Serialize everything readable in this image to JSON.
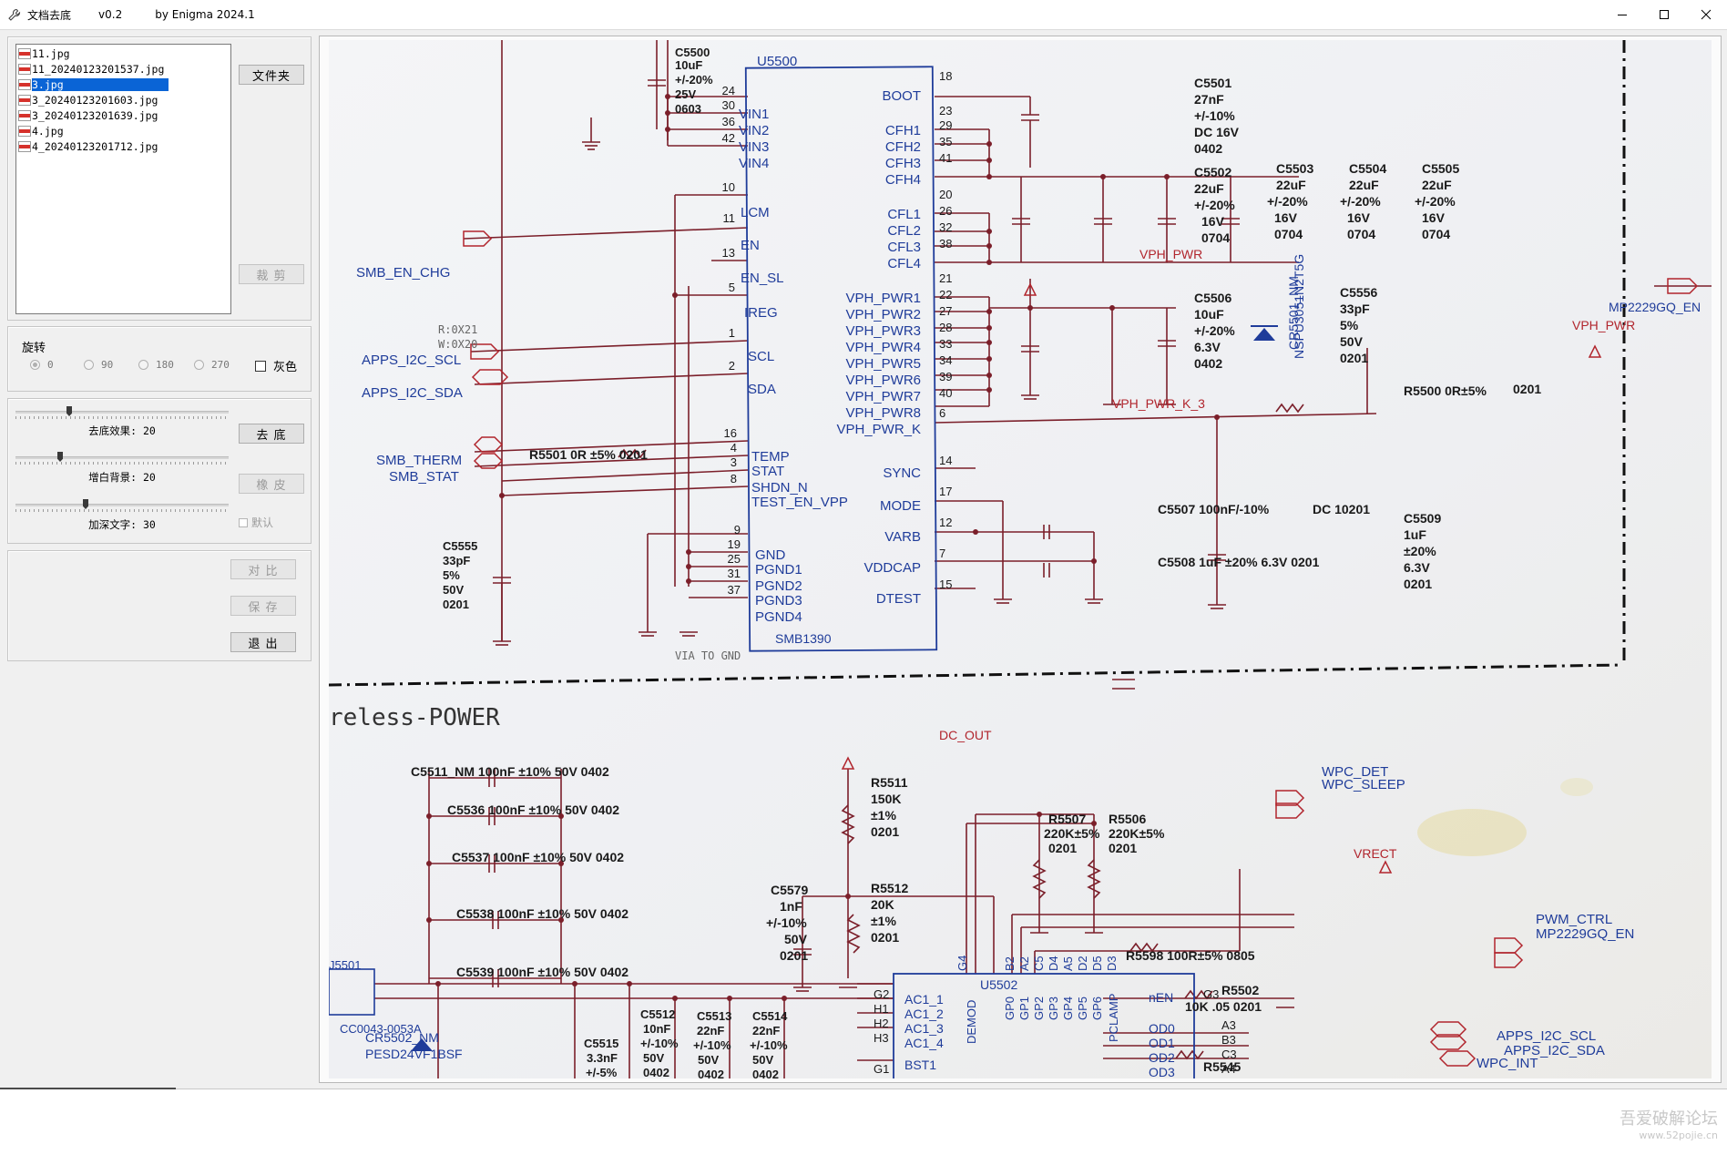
{
  "titlebar": {
    "title": "文档去底",
    "version": "v0.2",
    "author": "by Enigma 2024.1",
    "icon": "wrench-icon",
    "minimize": "—",
    "maximize": "☐",
    "close": "✕"
  },
  "file_list": {
    "items": [
      "11.jpg",
      "11_20240123201537.jpg",
      "3.jpg",
      "3_20240123201603.jpg",
      "3_20240123201639.jpg",
      "4.jpg",
      "4_20240123201712.jpg"
    ],
    "selected": "3.jpg"
  },
  "buttons": {
    "folder": "文件夹",
    "crop": "裁 剪",
    "remove_bg": "去 底",
    "eraser": "橡 皮",
    "compare": "对 比",
    "save": "保 存",
    "exit": "退 出"
  },
  "rotate": {
    "label": "旋转",
    "options": [
      "0",
      "90",
      "180",
      "270"
    ],
    "selected": "0",
    "gray_label": "灰色"
  },
  "sliders": {
    "remove_effect": {
      "label": "去底效果: 20",
      "value": 20
    },
    "whiten_bg": {
      "label": "增白背景: 20",
      "value": 20
    },
    "darken_text": {
      "label": "加深文字: 30",
      "value": 30
    }
  },
  "default_checkbox": "默认",
  "schematic": {
    "chip_u5500": "U5500",
    "chip_u5500_part": "SMB1390",
    "reg_note_r": "R:0X21",
    "reg_note_w": "W:0X20",
    "left_pins": [
      "VIN1",
      "VIN2",
      "VIN3",
      "VIN4",
      "LCM",
      "EN",
      "EN_SL",
      "IREG",
      "SCL",
      "SDA",
      "TEMP",
      "STAT",
      "SHDN_N",
      "TEST_EN_VPP",
      "GND",
      "PGND1",
      "PGND2",
      "PGND3",
      "PGND4"
    ],
    "left_pin_nums": [
      "24",
      "30",
      "36",
      "42",
      "10",
      "11",
      "13",
      "5",
      "1",
      "2",
      "16",
      "4",
      "3",
      "8",
      "9",
      "19",
      "25",
      "31",
      "37"
    ],
    "right_pins": [
      "BOOT",
      "CFH1",
      "CFH2",
      "CFH3",
      "CFH4",
      "CFL1",
      "CFL2",
      "CFL3",
      "CFL4",
      "VPH_PWR1",
      "VPH_PWR2",
      "VPH_PWR3",
      "VPH_PWR4",
      "VPH_PWR5",
      "VPH_PWR6",
      "VPH_PWR7",
      "VPH_PWR8",
      "VPH_PWR_K",
      "SYNC",
      "MODE",
      "VARB",
      "VDDCAP",
      "DTEST"
    ],
    "right_pin_nums": [
      "18",
      "23",
      "29",
      "35",
      "41",
      "20",
      "26",
      "32",
      "38",
      "21",
      "22",
      "27",
      "28",
      "33",
      "34",
      "39",
      "40",
      "6",
      "14",
      "17",
      "12",
      "7",
      "15"
    ],
    "nets": [
      "SMB_EN_CHG",
      "APPS_I2C_SCL",
      "APPS_I2C_SDA",
      "SMB_THERM",
      "SMB_STAT",
      "VIA TO GND",
      "VPH_PWR",
      "VPH_PWR_K_3",
      "MP2229GQ_EN",
      "DC_OUT",
      "WPC_DET",
      "WPC_SLEEP",
      "VRECT",
      "PWM_CTRL",
      "MP2229GQ_EN",
      "APPS_I2C_SCL",
      "APPS_I2C_SDA",
      "WPC_INT"
    ],
    "caps_top": [
      {
        "name": "C5500",
        "lines": [
          "10uF",
          "+/-20%",
          "25V",
          "0603"
        ]
      },
      {
        "name": "C5501",
        "lines": [
          "27nF",
          "+/-10%",
          "DC 16V",
          "0402"
        ]
      },
      {
        "name": "C5502",
        "lines": [
          "22uF",
          "+/-20%",
          "16V",
          "0704"
        ]
      },
      {
        "name": "C5503",
        "lines": [
          "22uF",
          "+/-20%",
          "16V",
          "0704"
        ]
      },
      {
        "name": "C5504",
        "lines": [
          "22uF",
          "+/-20%",
          "16V",
          "0704"
        ]
      },
      {
        "name": "C5505",
        "lines": [
          "22uF",
          "+/-20%",
          "16V",
          "0704"
        ]
      },
      {
        "name": "C5506",
        "lines": [
          "10uF",
          "+/-20%",
          "6.3V",
          "0402"
        ]
      },
      {
        "name": "C5556",
        "lines": [
          "33pF",
          "5%",
          "50V",
          "0201"
        ]
      },
      {
        "name": "C5555",
        "lines": [
          "33pF",
          "5%",
          "50V",
          "0201"
        ]
      },
      {
        "name": "C5509",
        "lines": [
          "1uF",
          "±20%",
          "6.3V",
          "0201"
        ]
      }
    ],
    "r5501": "R5501 0R ±5% 0201",
    "r5500": "R5500 0R±5%",
    "r5500_size": "0201",
    "cr5501": "CR5501_NM",
    "cr5501_part": "NSPU3051N2T5G",
    "c5507": "C5507 100nF/-10%",
    "c5507_dc": "DC 10201",
    "c5508": "C5508 1uF ±20%  6.3V 0201",
    "section_title": "reless-POWER",
    "bottom_caps": [
      "C5511_NM 100nF ±10%  50V 0402",
      "C5536 100nF ±10%  50V 0402",
      "C5537 100nF ±10%  50V 0402",
      "C5538 100nF ±10%  50V 0402",
      "C5539 100nF ±10%  50V 0402"
    ],
    "r5511": {
      "name": "R5511",
      "lines": [
        "150K",
        "±1%",
        "0201"
      ]
    },
    "r5512": {
      "name": "R5512",
      "lines": [
        "20K",
        "±1%",
        "0201"
      ]
    },
    "c5579": {
      "name": "C5579",
      "lines": [
        "1nF",
        "+/-10%",
        "50V",
        "0201"
      ]
    },
    "r5507": {
      "name": "R5507",
      "lines": [
        "220K±5%",
        "0201"
      ]
    },
    "r5506": {
      "name": "R5506",
      "lines": [
        "220K±5%",
        "0201"
      ]
    },
    "r5598": "R5598 100R±5%    0805",
    "r5502": "R5502",
    "r5502_val": "10K .05  0201",
    "r5545": "R5545",
    "j5501": "J5501",
    "cc0043": "CC0043-0053A",
    "cr5502": "CR5502_NM",
    "cr5502_part": "PESD24VF1BSF",
    "bottom_caps2": [
      {
        "name": "C5515",
        "lines": [
          "3.3nF",
          "+/-5%"
        ]
      },
      {
        "name": "C5512",
        "lines": [
          "10nF",
          "+/-10%",
          "50V",
          "0402"
        ]
      },
      {
        "name": "C5513",
        "lines": [
          "22nF",
          "+/-10%",
          "50V",
          "0402"
        ]
      },
      {
        "name": "C5514",
        "lines": [
          "22nF",
          "+/-10%",
          "50V",
          "0402"
        ]
      }
    ],
    "chip_u5502": "U5502",
    "u5502_pins_left": [
      "AC1_1",
      "AC1_2",
      "AC1_3",
      "AC1_4",
      "BST1"
    ],
    "u5502_pins_left_nums": [
      "G2",
      "H1",
      "H2",
      "H3",
      "G1"
    ],
    "u5502_pins_bottom": [
      "DEMOD",
      "GP0",
      "GP1",
      "GP2",
      "GP3",
      "GP4",
      "GP5",
      "GP6",
      "PCLAMP"
    ],
    "u5502_pins_top": [
      "G4",
      "B2",
      "A2",
      "C5",
      "D4",
      "A5",
      "D2",
      "D5",
      "D3"
    ],
    "u5502_pins_right": [
      "nEN",
      "OD0",
      "OD1",
      "OD2",
      "OD3"
    ],
    "u5502_pins_right_nums": [
      "G3",
      "A3",
      "B3",
      "C3",
      "A4"
    ]
  },
  "watermark": {
    "main": "吾爱破解论坛",
    "sub": "www.52pojie.cn"
  }
}
